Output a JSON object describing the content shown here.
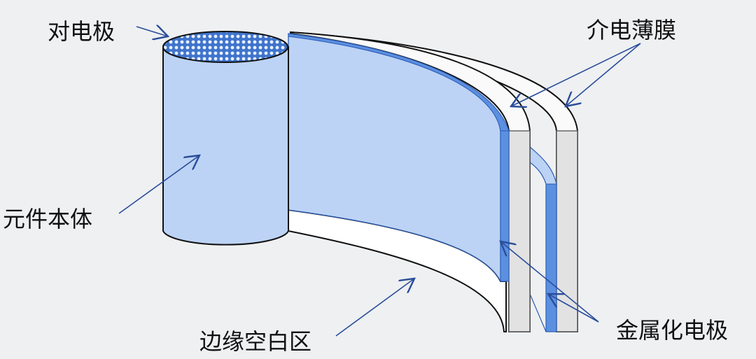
{
  "labels": {
    "counter_electrode": "对电极",
    "dielectric_film": "介电薄膜",
    "element_body": "元件本体",
    "metallized_electrode": "金属化电极",
    "edge_margin": "边缘空白区"
  },
  "colors": {
    "background": "#eef0f2",
    "sheet_blue": "#bcd3f5",
    "electrode_blue": "#5b8fe0",
    "film_gray": "#e2e2e2",
    "arrow": "#2a4d9a"
  }
}
